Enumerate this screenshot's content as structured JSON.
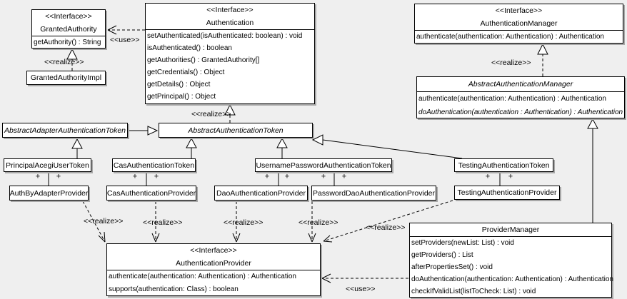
{
  "colors": {
    "background": "#efefef",
    "box_fill": "#ffffff",
    "line": "#000000",
    "shadow": "#a8a8a8"
  },
  "labels": {
    "use": "<<use>>",
    "realize": "<<realize>>",
    "plus": "+"
  },
  "classes": {
    "grantedAuthority": {
      "stereotype": "<<Interface>>",
      "name": "GrantedAuthority",
      "methods": [
        "getAuthority() : String"
      ]
    },
    "grantedAuthorityImpl": {
      "name": "GrantedAuthorityImpl"
    },
    "authentication": {
      "stereotype": "<<Interface>>",
      "name": "Authentication",
      "methods": [
        "setAuthenticated(isAuthenticated: boolean) : void",
        "isAuthenticated() : boolean",
        "getAuthorities() : GrantedAuthority[]",
        "getCredentials() : Object",
        "getDetails() : Object",
        "getPrincipal() : Object"
      ]
    },
    "authenticationManager": {
      "stereotype": "<<Interface>>",
      "name": "AuthenticationManager",
      "methods": [
        "authenticate(authentication: Authentication) : Authentication"
      ]
    },
    "abstractAuthenticationManager": {
      "name": "AbstractAuthenticationManager",
      "methods": [
        "authenticate(authentication: Authentication) : Authentication",
        "doAuthentication(authentication : Authentication) : Authentication"
      ]
    },
    "abstractAdapterAuthenticationToken": {
      "name": "AbstractAdapterAuthenticationToken"
    },
    "abstractAuthenticationToken": {
      "name": "AbstractAuthenticationToken"
    },
    "principalAcegiUserToken": {
      "name": "PrincipalAcegiUserToken"
    },
    "casAuthenticationToken": {
      "name": "CasAuthenticationToken"
    },
    "usernamePasswordAuthenticationToken": {
      "name": "UsernamePasswordAuthenticationToken"
    },
    "testingAuthenticationToken": {
      "name": "TestingAuthenticationToken"
    },
    "authByAdapterProvider": {
      "name": "AuthByAdapterProvider"
    },
    "casAuthenticationProvider": {
      "name": "CasAuthenticationProvider"
    },
    "daoAuthenticationProvider": {
      "name": "DaoAuthenticationProvider"
    },
    "passwordDaoAuthenticationProvider": {
      "name": "PasswordDaoAuthenticationProvider"
    },
    "testingAuthenticationProvider": {
      "name": "TestingAuthenticationProvider"
    },
    "authenticationProvider": {
      "stereotype": "<<Interface>>",
      "name": "AuthenticationProvider",
      "methods": [
        "authenticate(authentication: Authentication) : Authentication",
        "supports(authentication: Class) : boolean"
      ]
    },
    "providerManager": {
      "name": "ProviderManager",
      "methods": [
        "setProviders(newList: List) : void",
        "getProviders() : List",
        "afterPropertiesSet() : void",
        "doAuthentication(authentication: Authentication) : Authentication",
        "checkIfValidList(listToCheck: List) : void"
      ]
    }
  }
}
